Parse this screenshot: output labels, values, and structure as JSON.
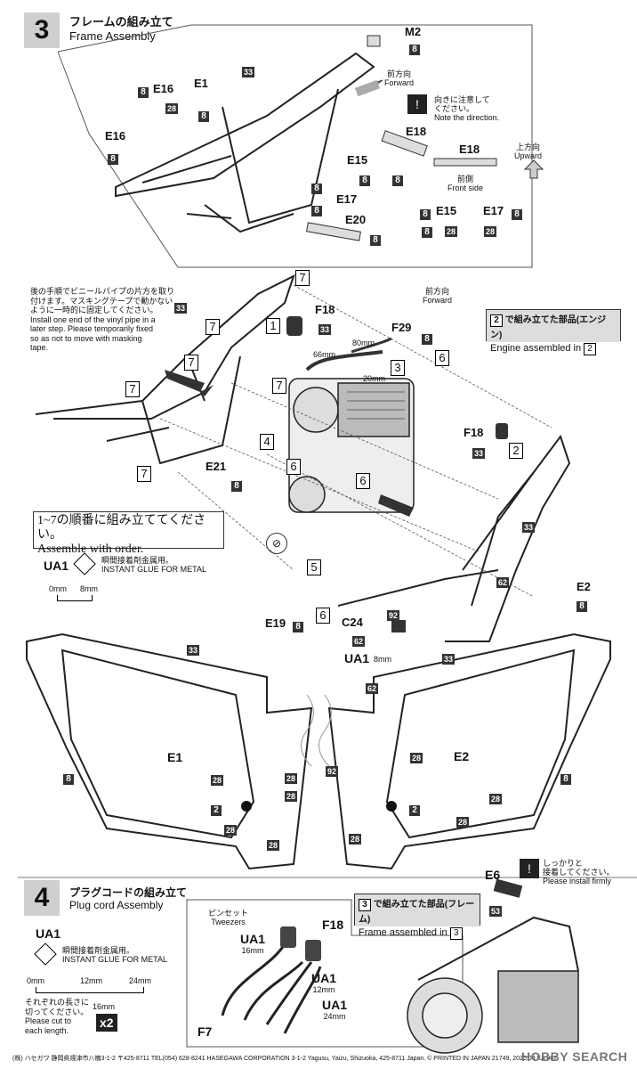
{
  "step3": {
    "number": "3",
    "title_jp": "フレームの組み立て",
    "title_en": "Frame Assembly"
  },
  "top_panel": {
    "labels": {
      "m2": "M2",
      "e1": "E1",
      "e16a": "E16",
      "e16b": "E16",
      "e15": "E15",
      "e17": "E17",
      "e18": "E18",
      "e20": "E20",
      "e18b": "E18",
      "e15b": "E15",
      "e17b": "E17"
    },
    "num33": "33",
    "num8": "8",
    "num28": "28",
    "forward_jp": "前方向",
    "forward_en": "Forward",
    "note_jp_1": "向きに注意して",
    "note_jp_2": "ください。",
    "note_en": "Note the direction.",
    "upward_jp": "上方向",
    "upward_en": "Upward",
    "front_side_jp": "前側",
    "front_side_en": "Front side"
  },
  "middle": {
    "instr_jp_1": "後の手順でビニールパイプの片方を取り",
    "instr_jp_2": "付けます。マスキングテープで動かない",
    "instr_jp_3": "ように一時的に固定してください。",
    "instr_en_1": "Install one end of the vinyl pipe in a",
    "instr_en_2": "later step. Please temporarily fixed",
    "instr_en_3": "so as not to move with masking",
    "instr_en_4": "tape.",
    "forward_jp": "前方向",
    "forward_en": "Forward",
    "engine_jp": "で組み立てた部品(エンジン)",
    "engine_en": "Engine assembled in",
    "engine_step": "2",
    "f18": "F18",
    "f29": "F29",
    "e21": "E21",
    "e19": "E19",
    "e2": "E2",
    "c24": "C24",
    "ua1": "UA1",
    "len_66": "66mm",
    "len_80": "80mm",
    "len_20": "20mm",
    "len_8": "8mm",
    "steps": [
      "1",
      "2",
      "3",
      "4",
      "5",
      "6",
      "7"
    ],
    "num92": "92",
    "num62": "62",
    "order_jp": "1~7の順番に組み立ててください。",
    "order_en": "Assemble with order.",
    "glue_label": "UA1",
    "glue_jp": "瞬間接着剤金属用。",
    "glue_en": "INSTANT GLUE  FOR METAL",
    "scale_0": "0mm",
    "scale_8": "8mm"
  },
  "lower": {
    "e1": "E1",
    "e2": "E2",
    "num2": "2"
  },
  "step4": {
    "number": "4",
    "title_jp": "プラグコードの組み立て",
    "title_en": "Plug cord Assembly",
    "ua1": "UA1",
    "glue_jp": "瞬間接着剤金属用。",
    "glue_en": "INSTANT GLUE  FOR METAL",
    "scale_0": "0mm",
    "scale_12": "12mm",
    "scale_24": "24mm",
    "cut_jp_1": "それぞれの長さに",
    "cut_jp_2": "切ってください。",
    "cut_en_1": "Please cut to",
    "cut_en_2": "each length.",
    "len16": "16mm",
    "x2": "x2",
    "tweezers_jp": "ピンセット",
    "tweezers_en": "Tweezers",
    "ua1_16": "16mm",
    "ua1_12": "12mm",
    "ua1_24": "24mm",
    "f18": "F18",
    "f7": "F7",
    "frame_jp": "で組み立てた部品(フレーム)",
    "frame_en": "Frame assembled in",
    "frame_step": "3",
    "e6": "E6",
    "install_jp_1": "しっかりと",
    "install_jp_2": "接着してください。",
    "install_en": "Please install firmly",
    "num53": "53"
  },
  "footer": {
    "text": "(株) ハセガワ  静岡県焼津市八楠3-1-2  〒425-8711  TEL(054) 628-8241    HASEGAWA CORPORATION  3-1-2 Yagusu, Yaizu, Shizuoka, 425-8711 Japan.    © PRINTED IN JAPAN 21749, 2020.04  KA 062",
    "watermark": "HOBBY SEARCH"
  }
}
